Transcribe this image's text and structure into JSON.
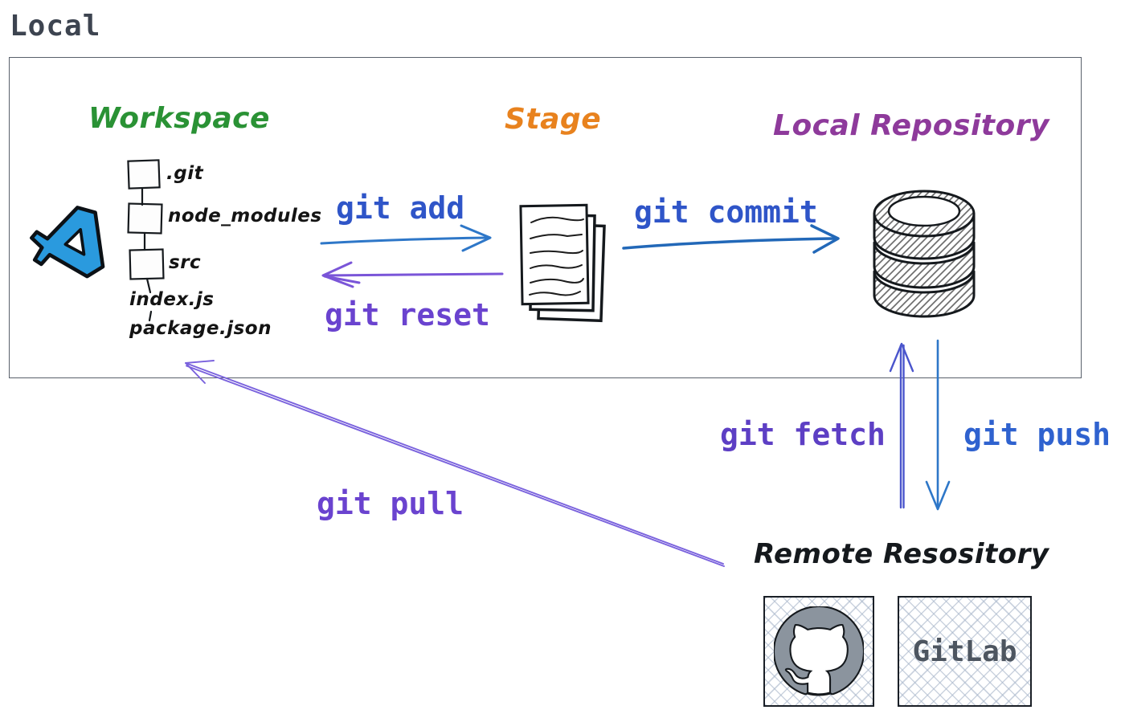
{
  "title": {
    "label": "Local",
    "color": "#3d4450"
  },
  "workspace": {
    "title": "Workspace",
    "color": "#2a9235",
    "editor_icon": "vscode-logo",
    "files": [
      ".git",
      "node_modules",
      "src",
      "index.js",
      "package.json"
    ]
  },
  "stage": {
    "title": "Stage",
    "color": "#e8821e",
    "icon": "document-stack"
  },
  "local_repository": {
    "title": "Local Repository",
    "color": "#8e3a9b",
    "icon": "database-cylinder"
  },
  "remote_repository": {
    "title": "Remote Resository",
    "providers": [
      {
        "name": "GitHub",
        "icon": "github-octocat"
      },
      {
        "name": "GitLab",
        "label": "GitLab"
      }
    ]
  },
  "commands": {
    "add": {
      "label": "git add",
      "color": "#2f55c8",
      "from": "Workspace",
      "to": "Stage"
    },
    "reset": {
      "label": "git reset",
      "color": "#6a43cf",
      "from": "Stage",
      "to": "Workspace"
    },
    "commit": {
      "label": "git commit",
      "color": "#2f55c8",
      "from": "Stage",
      "to": "Local Repository"
    },
    "fetch": {
      "label": "git fetch",
      "color": "#5d3fc4",
      "from": "Remote Repository",
      "to": "Local Repository"
    },
    "push": {
      "label": "git push",
      "color": "#2f62cf",
      "from": "Local Repository",
      "to": "Remote Repository"
    },
    "pull": {
      "label": "git pull",
      "color": "#6a43cf",
      "from": "Remote Repository",
      "to": "Workspace"
    }
  }
}
